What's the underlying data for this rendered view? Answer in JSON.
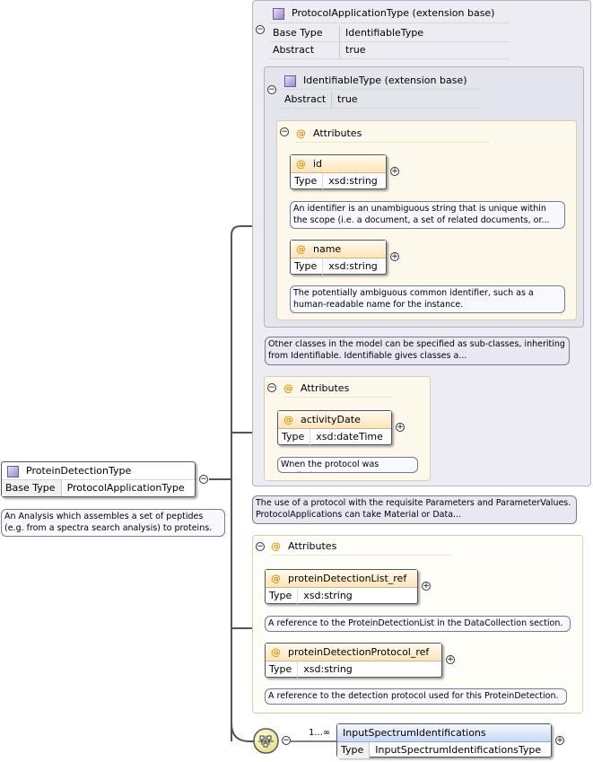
{
  "protocol_app": {
    "title": "ProtocolApplicationType (extension base)",
    "base_type_label": "Base Type",
    "base_type_value": "IdentifiableType",
    "abstract_label": "Abstract",
    "abstract_value": "true"
  },
  "identifiable": {
    "title": "IdentifiableType (extension base)",
    "abstract_label": "Abstract",
    "abstract_value": "true",
    "attributes_label": "Attributes",
    "attrs": [
      {
        "name": "id",
        "type_label": "Type",
        "type_value": "xsd:string",
        "note": "An identifier is an unambiguous string that is unique within the scope (i.e. a document, a set of related documents, or..."
      },
      {
        "name": "name",
        "type_label": "Type",
        "type_value": "xsd:string",
        "note": "The potentially ambiguous common identifier, such as a human-readable name for the instance."
      }
    ],
    "note": "Other classes in the model can be specified as sub-classes, inheriting from Identifiable. Identifiable gives classes a..."
  },
  "protocol_attrs": {
    "attributes_label": "Attributes",
    "attr": {
      "name": "activityDate",
      "type_label": "Type",
      "type_value": "xsd:dateTime",
      "note": "When the protocol was applied."
    },
    "note": "The use of a protocol with the requisite Parameters and ParameterValues. ProtocolApplications can take Material or Data..."
  },
  "root": {
    "title": "ProteinDetectionType",
    "base_type_label": "Base Type",
    "base_type_value": "ProtocolApplicationType",
    "note": "An Analysis which assembles a set of peptides (e.g. from a spectra search analysis) to proteins."
  },
  "pd_attrs": {
    "attributes_label": "Attributes",
    "attrs": [
      {
        "name": "proteinDetectionList_ref",
        "type_label": "Type",
        "type_value": "xsd:string",
        "note": "A reference to the ProteinDetectionList in the DataCollection section."
      },
      {
        "name": "proteinDetectionProtocol_ref",
        "type_label": "Type",
        "type_value": "xsd:string",
        "note": "A reference to the detection protocol used for this ProteinDetection."
      }
    ]
  },
  "sequence": {
    "cardinality": "1...∞",
    "element_name": "InputSpectrumIdentifications",
    "type_label": "Type",
    "type_value": "InputSpectrumIdentificationsType"
  },
  "symbols": {
    "collapse": "−",
    "expand": "+",
    "at": "@"
  }
}
